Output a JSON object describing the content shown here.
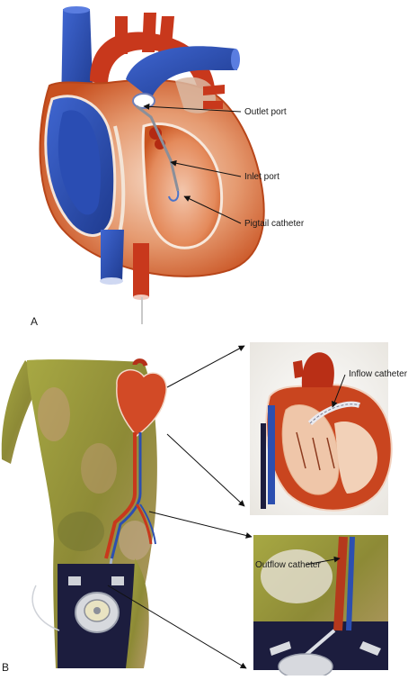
{
  "panelA": {
    "letter": "A",
    "labels": {
      "outlet": "Outlet port",
      "inlet": "Inlet port",
      "pigtail": "Pigtail catheter"
    }
  },
  "panelB": {
    "letter": "B",
    "labels": {
      "inflow": "Inflow catheter",
      "outflow": "Outflow catheter"
    }
  },
  "colors": {
    "vein_blue": "#2c4fb0",
    "artery_red": "#c8381c",
    "muscle_orange": "#e07a4a",
    "body_olive": "#9a9a3a",
    "pump_navy": "#1c1d3e"
  }
}
